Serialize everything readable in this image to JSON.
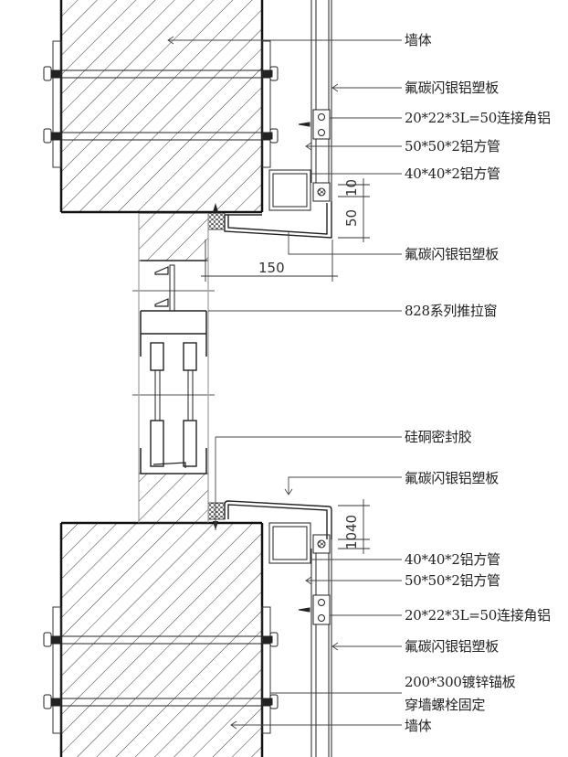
{
  "labels": {
    "wall_top": "墙体",
    "panel_top_1": "氟碳闪银铝塑板",
    "angle_top": "20*22*3L=50连接角铝",
    "tube50_top": "50*50*2铝方管",
    "tube40_top": "40*40*2铝方管",
    "panel_top_2": "氟碳闪银铝塑板",
    "window": "828系列推拉窗",
    "sealant": "硅硐密封胶",
    "panel_bottom_1": "氟碳闪银铝塑板",
    "tube40_bottom": "40*40*2铝方管",
    "tube50_bottom": "50*50*2铝方管",
    "angle_bottom": "20*22*3L=50连接角铝",
    "panel_bottom_2": "氟碳闪银铝塑板",
    "anchor_plate": "200*300镀锌锚板",
    "bolt": "穿墙螺栓固定",
    "wall_bottom": "墙体"
  },
  "dimensions": {
    "top_offset": "10",
    "top_height": "50",
    "width": "150",
    "bottom_height": "40",
    "bottom_offset": "10"
  },
  "colors": {
    "line": "#1a1a1a",
    "leader": "#444444"
  }
}
